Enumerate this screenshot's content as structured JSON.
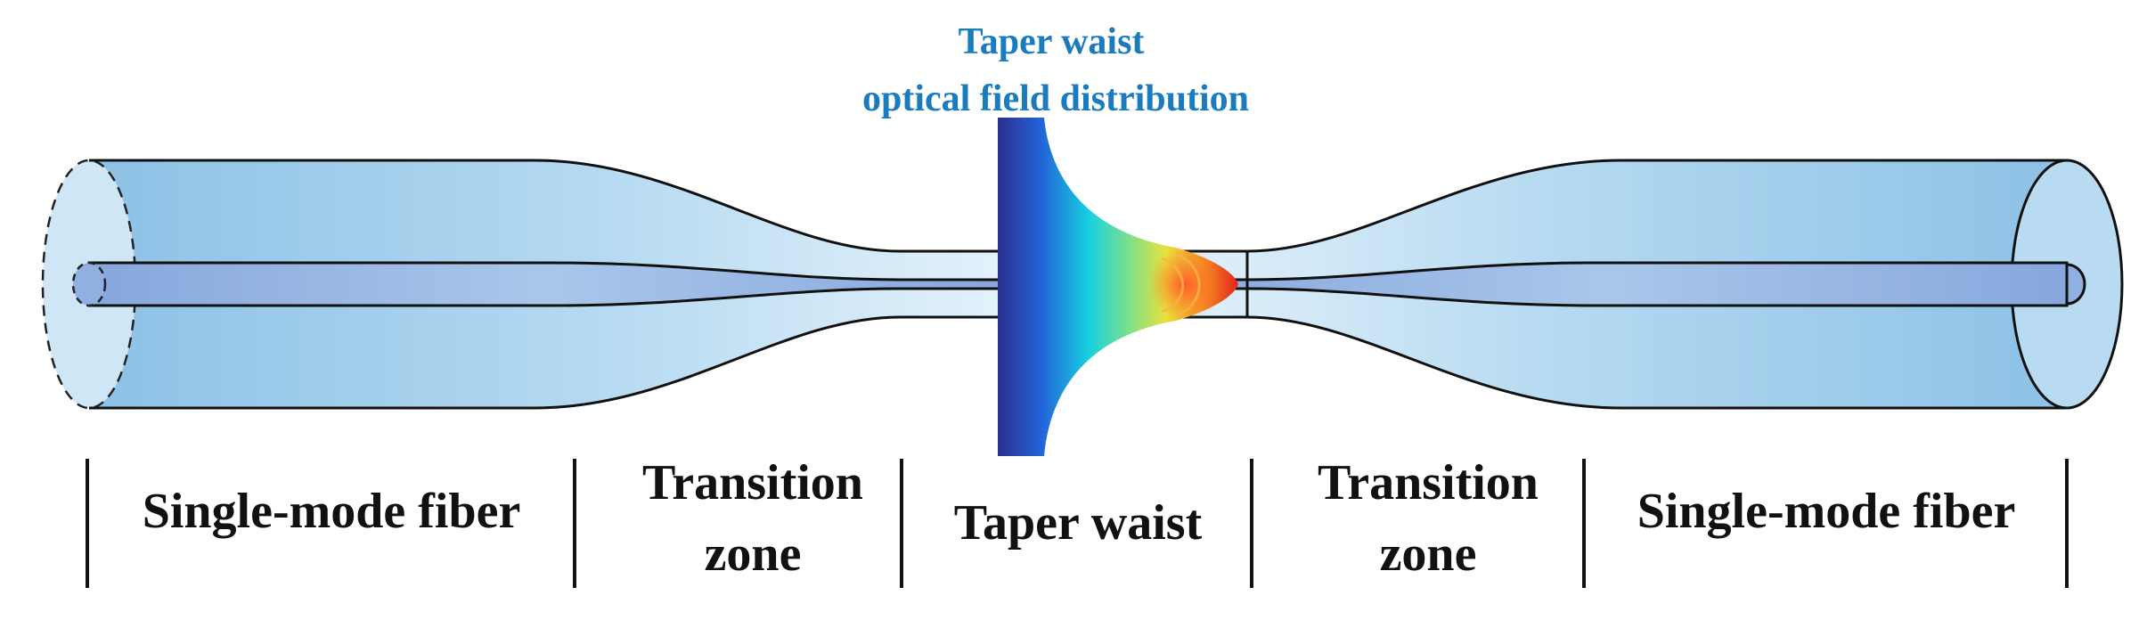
{
  "diagram": {
    "annotation": {
      "line1": "Taper waist",
      "line2": "optical field distribution",
      "color": "#1a7bbf"
    },
    "sections": [
      {
        "lines": [
          "Single-mode fiber"
        ]
      },
      {
        "lines": [
          "Transition",
          "zone"
        ]
      },
      {
        "lines": [
          "Taper waist"
        ]
      },
      {
        "lines": [
          "Transition",
          "zone"
        ]
      },
      {
        "lines": [
          "Single-mode fiber"
        ]
      }
    ],
    "colors": {
      "cladding_outer": "#8fc3e6",
      "cladding_inner": "#d6ebf8",
      "core": "#8fb0e0",
      "outline": "#111111"
    }
  }
}
